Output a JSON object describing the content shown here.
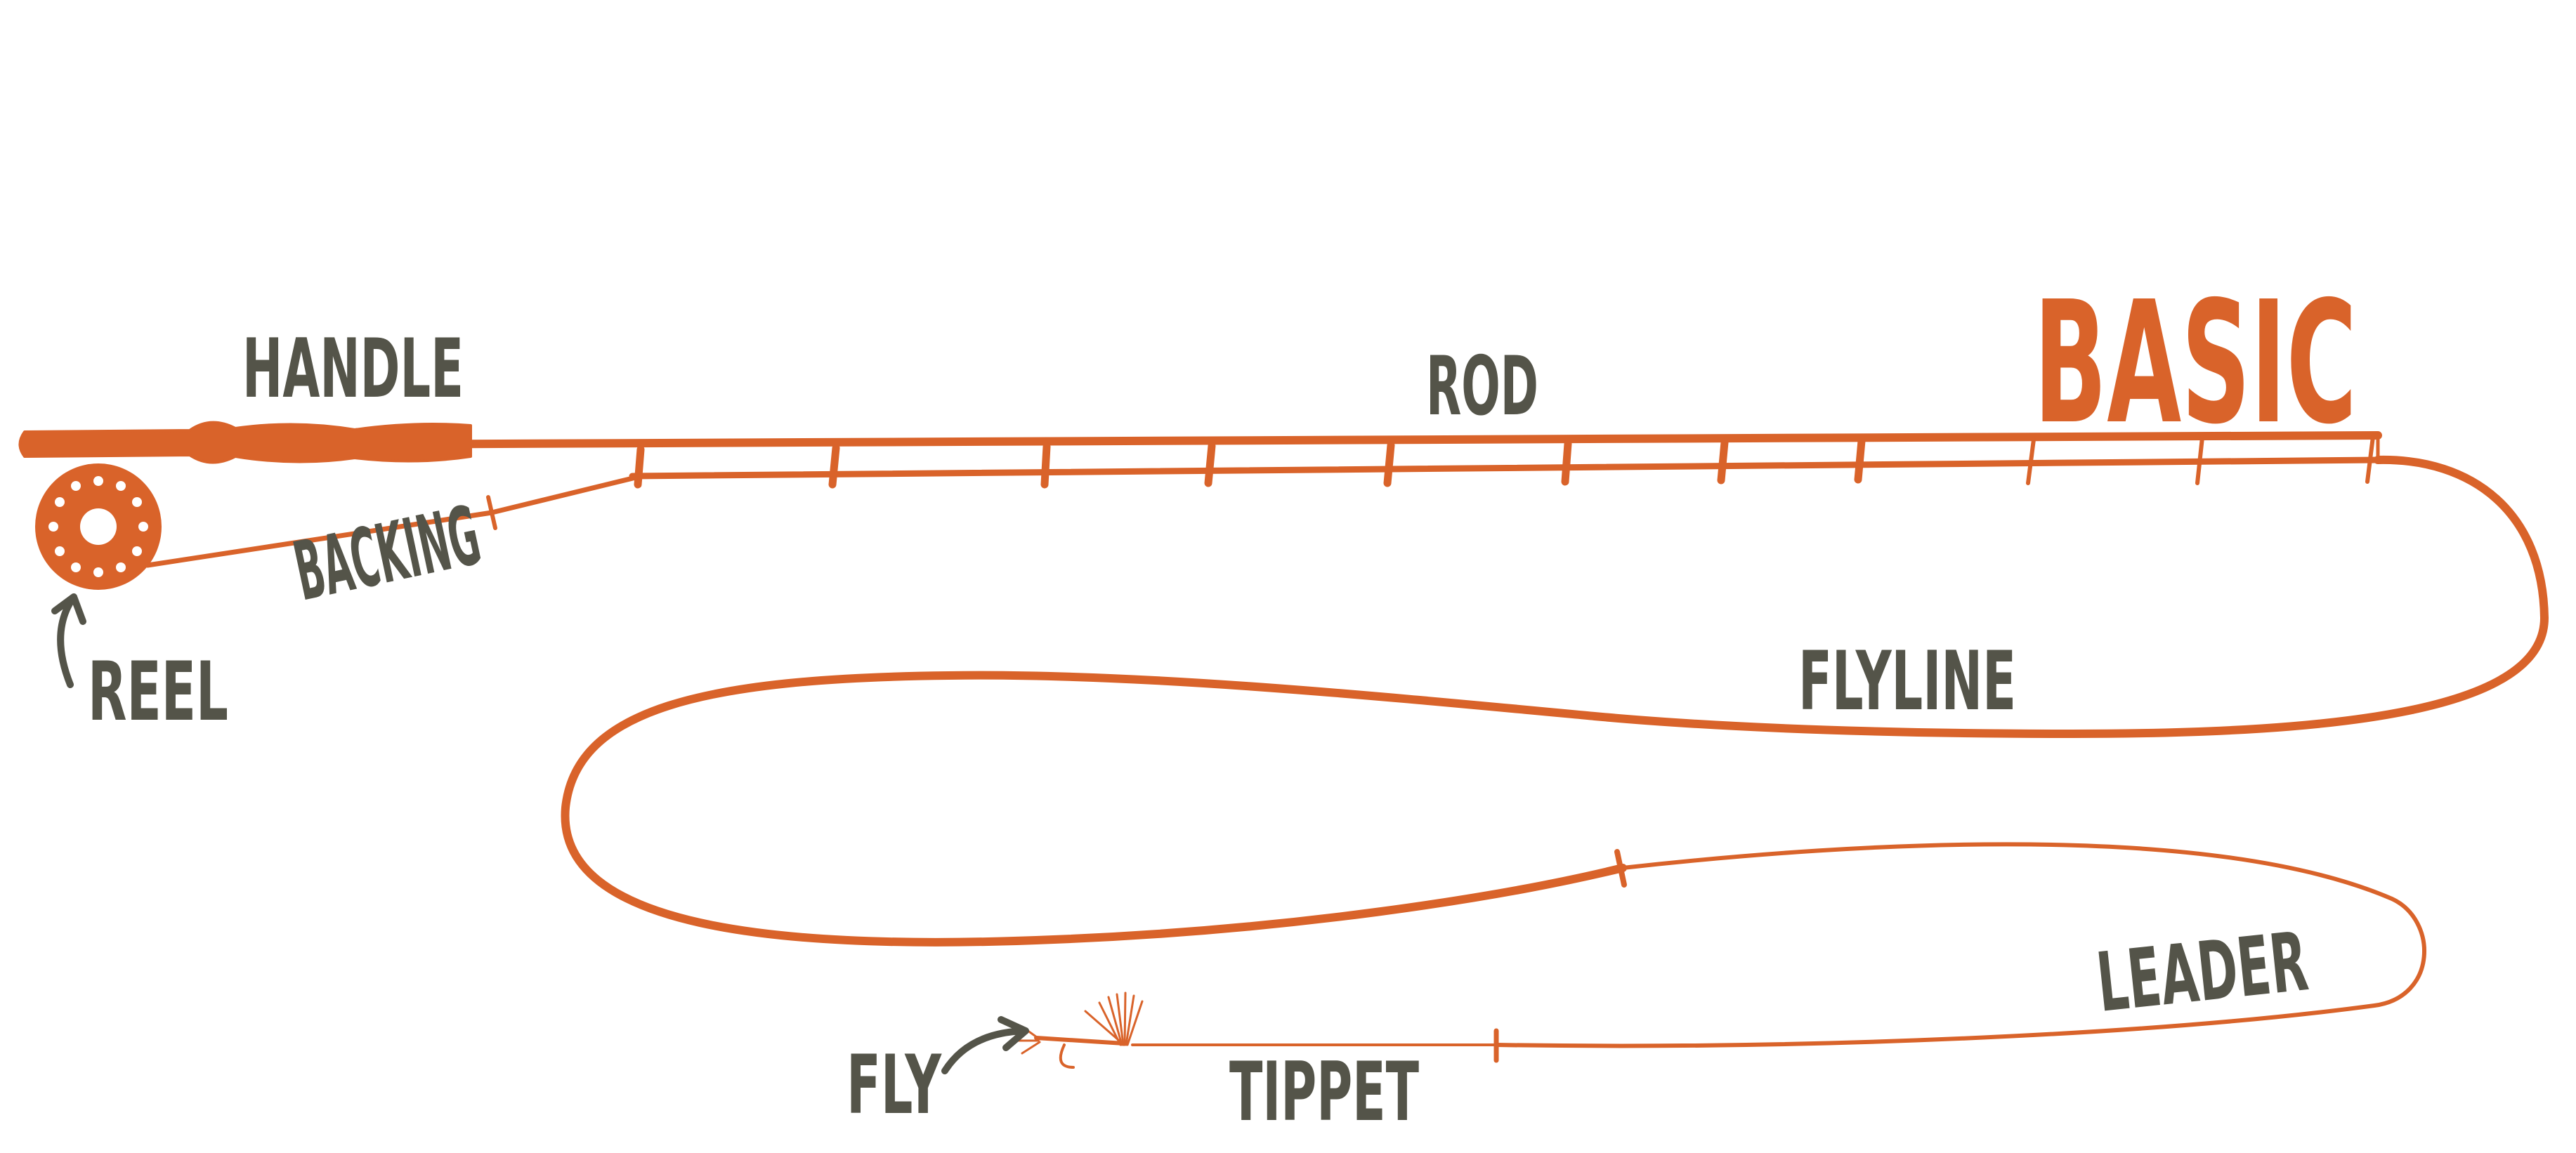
{
  "diagram": {
    "title": "BASIC",
    "labels": {
      "handle": "HANDLE",
      "rod": "ROD",
      "backing": "BACKING",
      "reel": "REEL",
      "flyline": "FLYLINE",
      "leader": "LEADER",
      "fly": "FLY",
      "tippet": "TIPPET"
    },
    "colors": {
      "line": "#D9632A",
      "text": "#545449",
      "background": "#FFFFFF"
    }
  }
}
